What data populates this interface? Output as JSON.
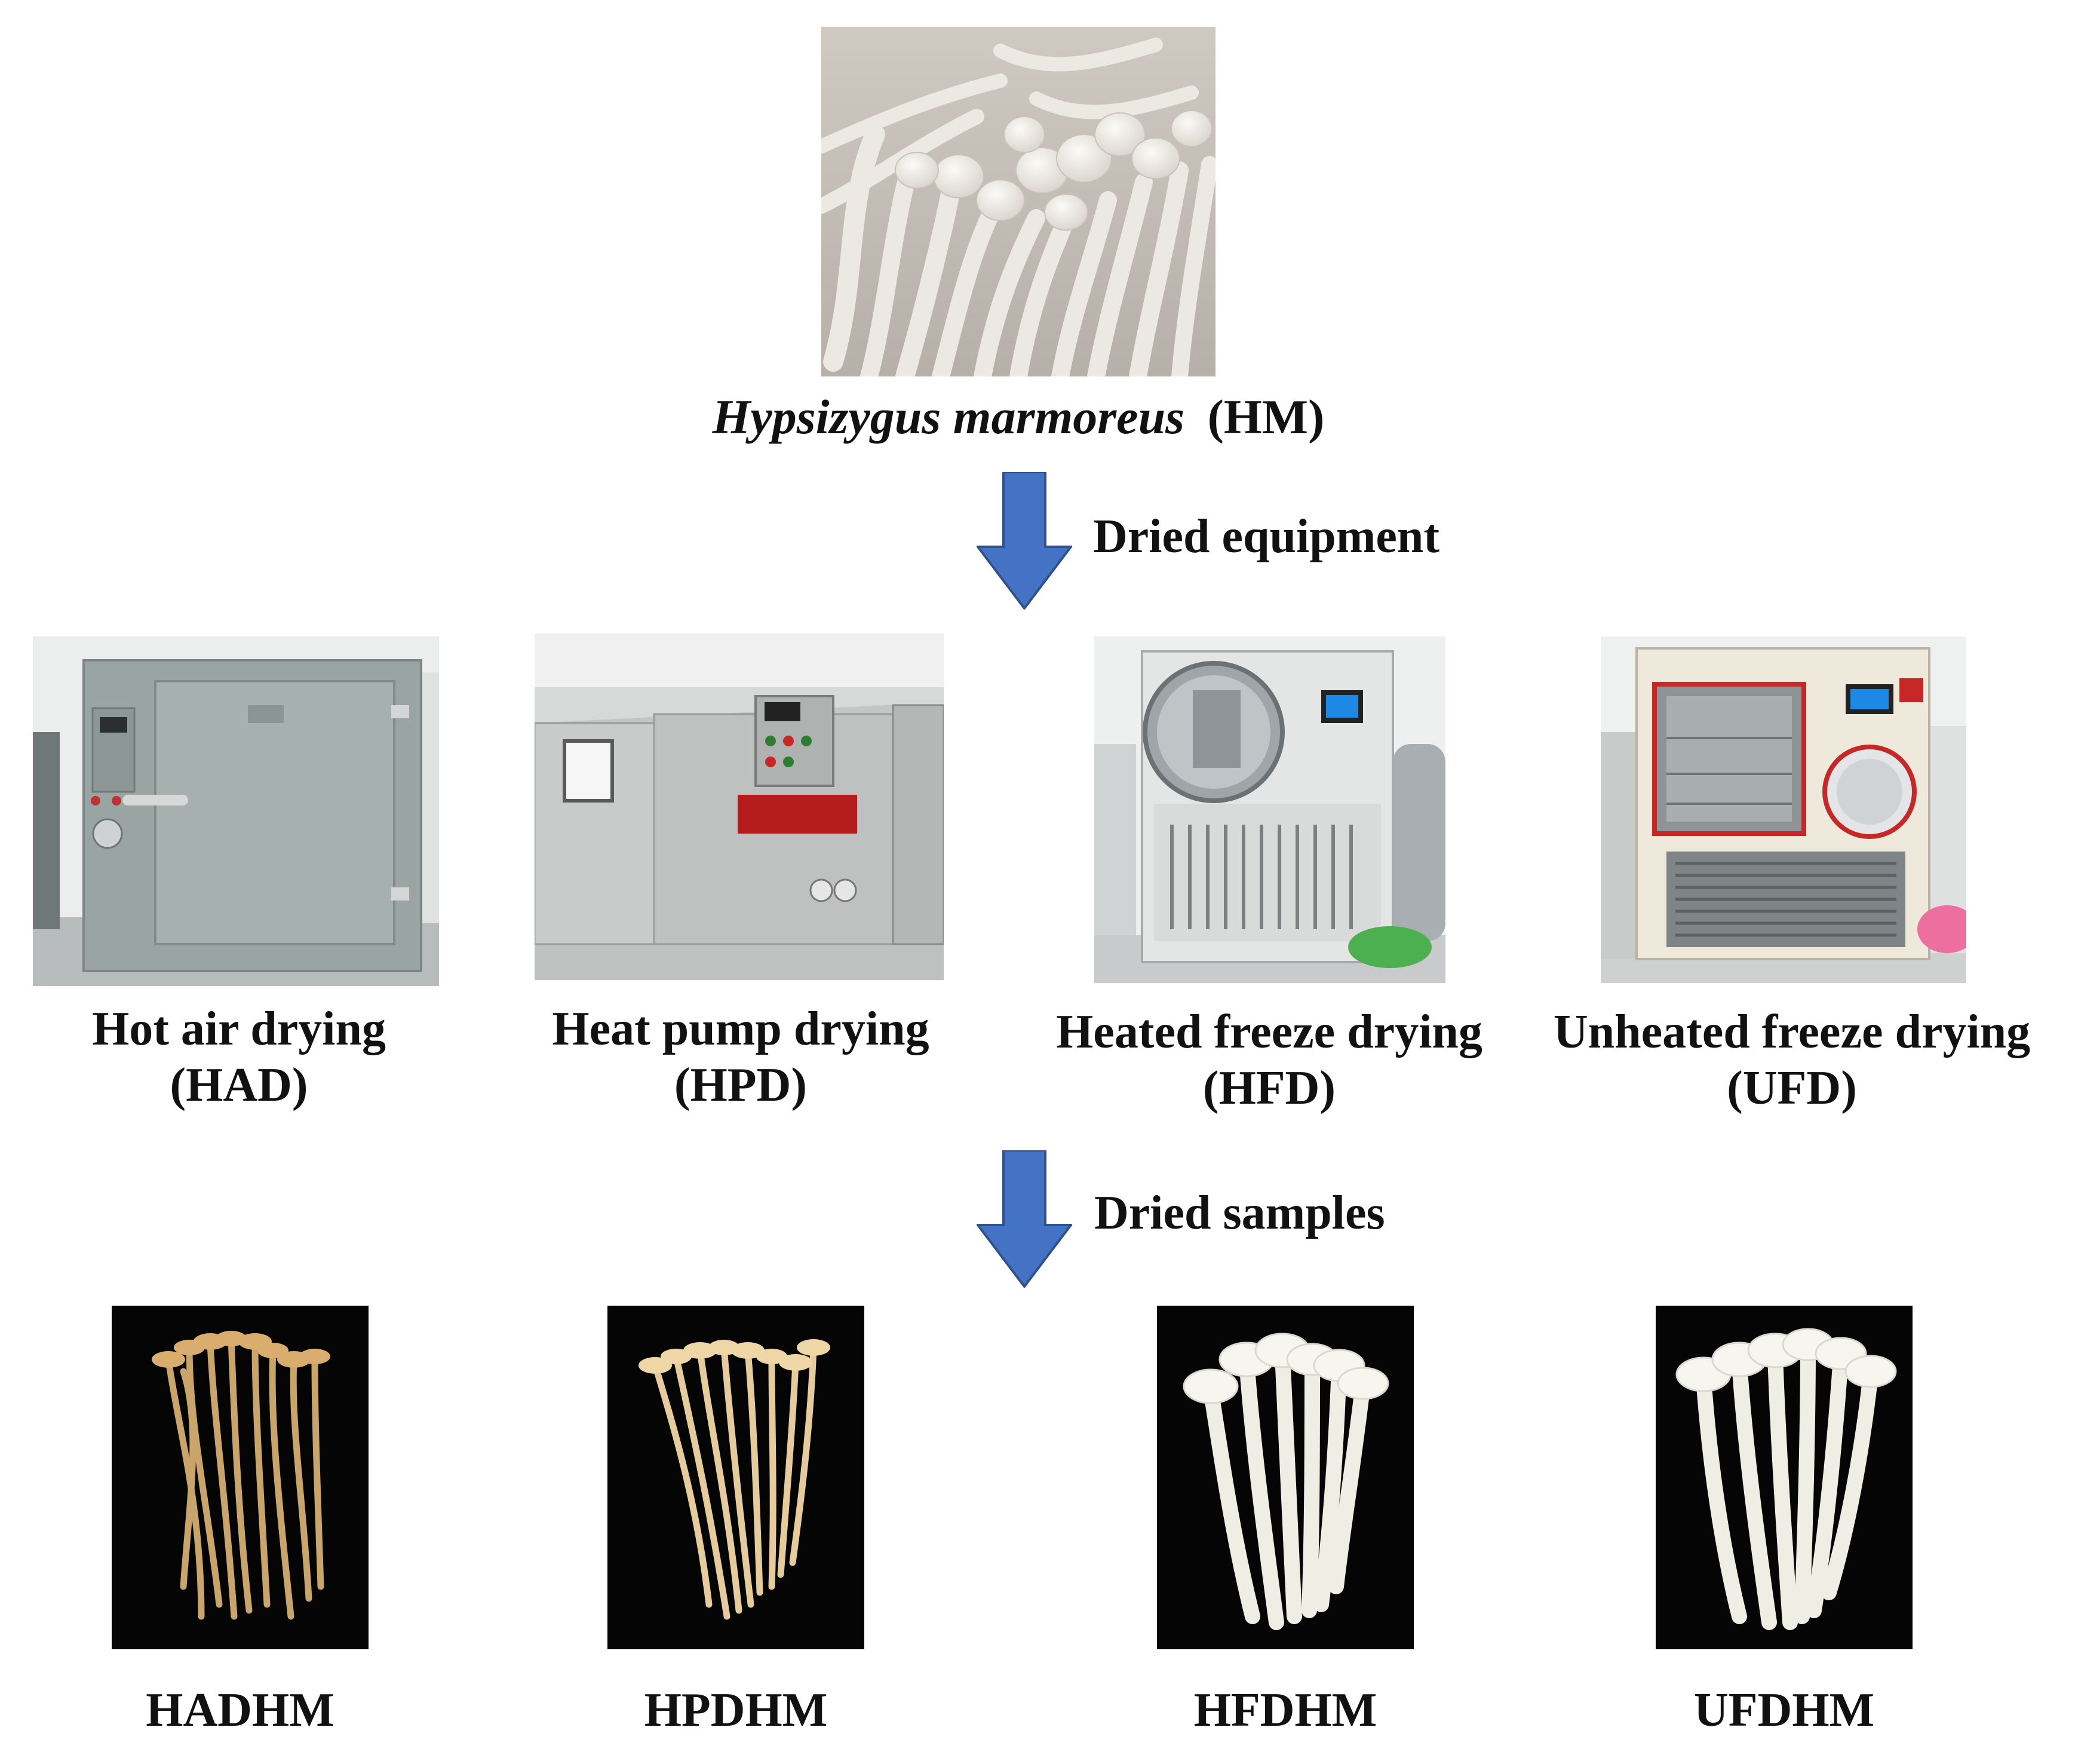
{
  "source": {
    "species": "Hypsizygus marmoreus",
    "abbr": "(HM)",
    "photo_icon": "fresh-mushroom-cluster-photo"
  },
  "arrows": {
    "equipment_label": "Dried equipment",
    "samples_label": "Dried samples",
    "color": "#4472c4"
  },
  "equipment": [
    {
      "name": "Hot air drying",
      "abbr": "(HAD)",
      "photo_icon": "hot-air-oven-photo"
    },
    {
      "name": "Heat pump drying",
      "abbr": "(HPD)",
      "photo_icon": "heat-pump-dryer-photo"
    },
    {
      "name": "Heated freeze drying",
      "abbr": "(HFD)",
      "photo_icon": "heated-freeze-dryer-photo"
    },
    {
      "name": "Unheated freeze drying",
      "abbr": "(UFD)",
      "photo_icon": "unheated-freeze-dryer-photo"
    }
  ],
  "samples": [
    {
      "label": "HADHM",
      "photo_icon": "dried-mushroom-photo"
    },
    {
      "label": "HPDHM",
      "photo_icon": "dried-mushroom-photo"
    },
    {
      "label": "HFDHM",
      "photo_icon": "dried-mushroom-photo"
    },
    {
      "label": "UFDHM",
      "photo_icon": "dried-mushroom-photo"
    }
  ]
}
